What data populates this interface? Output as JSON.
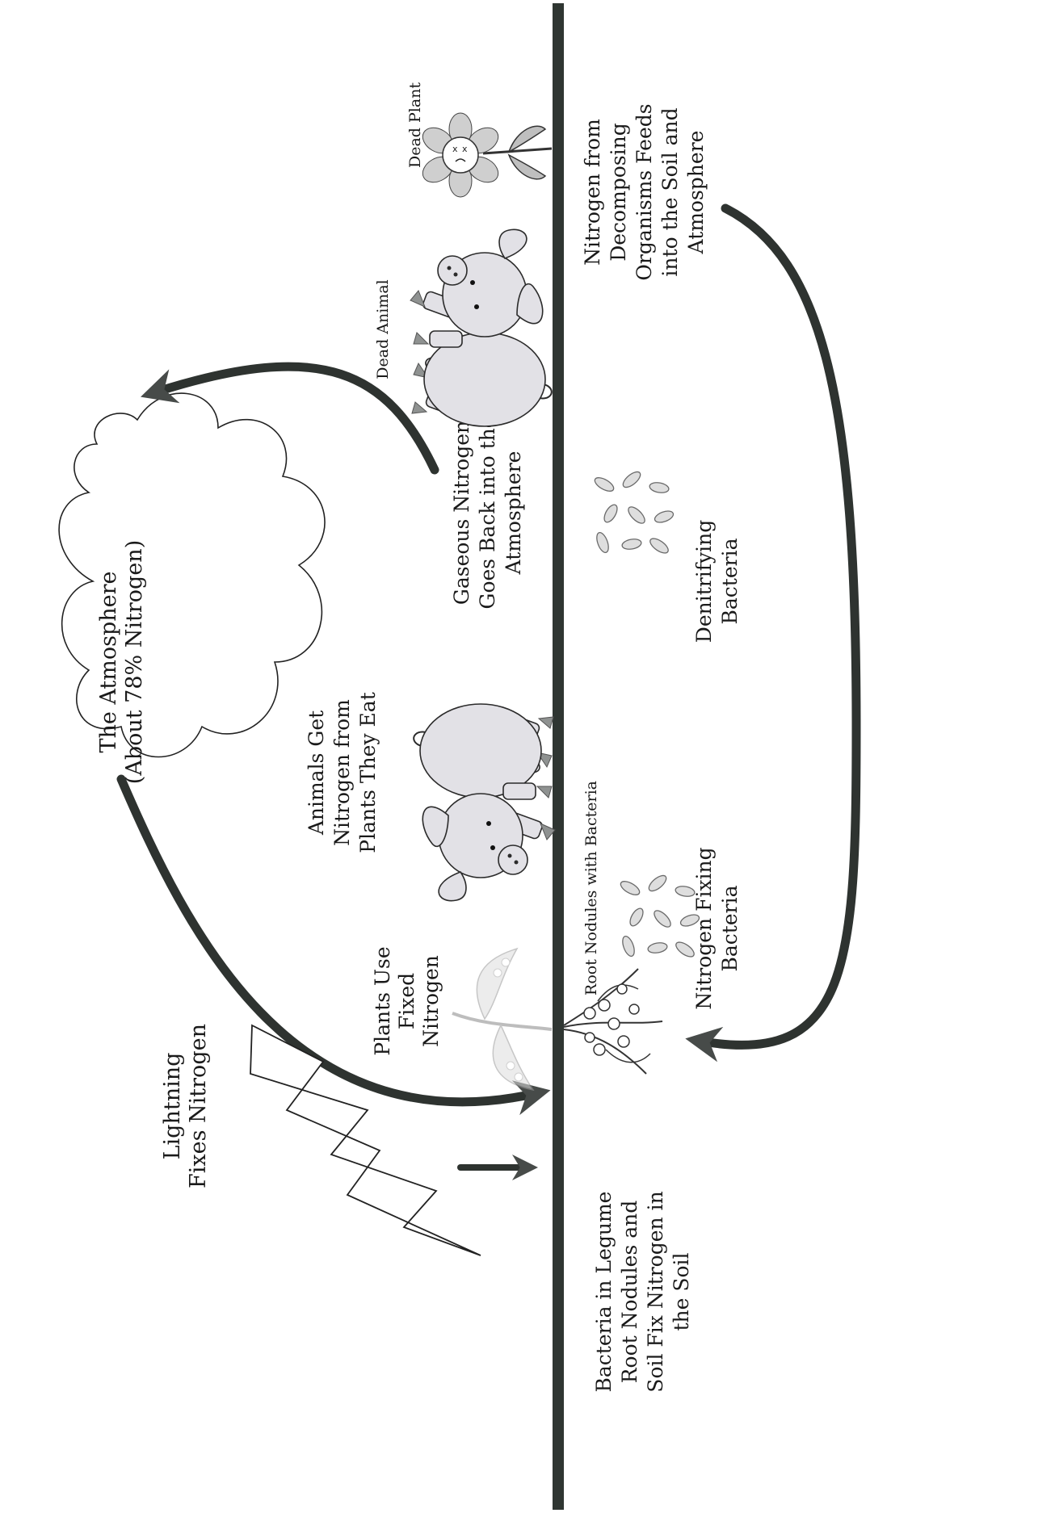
{
  "labels": {
    "atmosphere_line1": "The Atmosphere",
    "atmosphere_line2": "(About 78% Nitrogen)",
    "lightning_line1": "Lightning",
    "lightning_line2": "Fixes Nitrogen",
    "plants_line1": "Plants Use",
    "plants_line2": "Fixed",
    "plants_line3": "Nitrogen",
    "animals_line1": "Animals Get",
    "animals_line2": "Nitrogen from",
    "animals_line3": "Plants They Eat",
    "gaseous_line1": "Gaseous Nitrogen",
    "gaseous_line2": "Goes Back into the",
    "gaseous_line3": "Atmosphere",
    "dead_animal": "Dead Animal",
    "dead_plant": "Dead Plant",
    "decomposing_line1": "Nitrogen from",
    "decomposing_line2": "Decomposing",
    "decomposing_line3": "Organisms Feeds",
    "decomposing_line4": "into the Soil and",
    "decomposing_line5": "Atmosphere",
    "denitrifying_line1": "Denitrifying",
    "denitrifying_line2": "Bacteria",
    "nitrogen_fixing_line1": "Nitrogen Fixing",
    "nitrogen_fixing_line2": "Bacteria",
    "root_nodules": "Root Nodules with Bacteria",
    "legume_line1": "Bacteria in Legume",
    "legume_line2": "Root Nodules and",
    "legume_line3": "Soil Fix Nitrogen in",
    "legume_line4": "the Soil"
  },
  "colors": {
    "ground_line": "#2f3632",
    "arrow": "#474b49",
    "pig_fill": "#e2e1e6",
    "hoof": "#8f9291",
    "text": "#1a1a1a"
  },
  "icons": {
    "cloud": "cloud-icon",
    "lightning": "lightning-bolt-icon",
    "living_pig": "pig-icon",
    "dead_pig": "dead-pig-icon",
    "dead_flower": "dead-flower-icon",
    "legume": "pea-plant-icon",
    "bacteria": "bacteria-icon"
  }
}
